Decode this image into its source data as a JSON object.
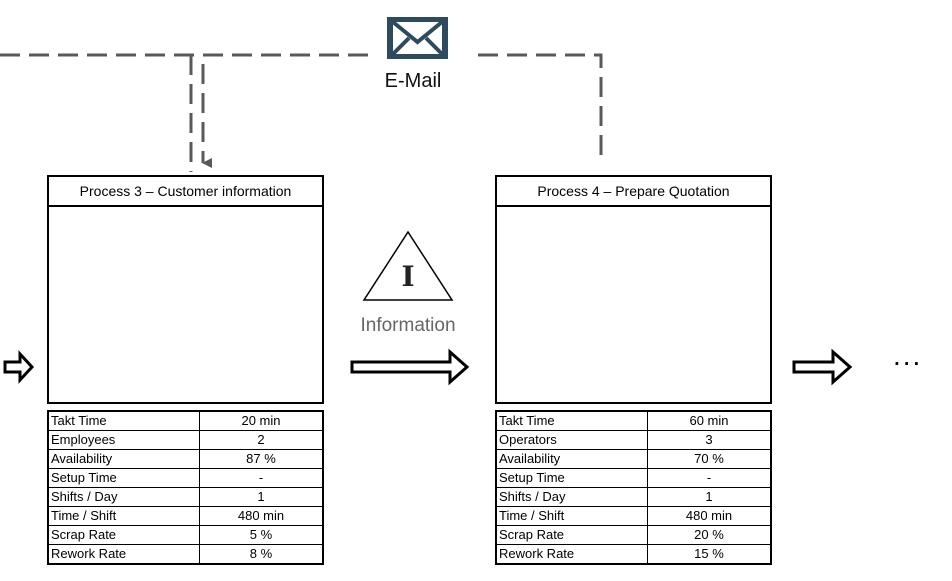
{
  "email": {
    "label": "E-Mail"
  },
  "information": {
    "label": "Information",
    "symbol": "I"
  },
  "continuation": "...",
  "processes": [
    {
      "title": "Process 3 – Customer information",
      "rows": [
        {
          "label": "Takt Time",
          "value": "20 min"
        },
        {
          "label": "Employees",
          "value": "2"
        },
        {
          "label": "Availability",
          "value": "87 %"
        },
        {
          "label": "Setup Time",
          "value": "-"
        },
        {
          "label": "Shifts / Day",
          "value": "1"
        },
        {
          "label": "Time / Shift",
          "value": "480 min"
        },
        {
          "label": "Scrap Rate",
          "value": "5 %"
        },
        {
          "label": "Rework Rate",
          "value": "8 %"
        }
      ]
    },
    {
      "title": "Process 4 – Prepare Quotation",
      "rows": [
        {
          "label": "Takt Time",
          "value": "60 min"
        },
        {
          "label": "Operators",
          "value": "3"
        },
        {
          "label": "Availability",
          "value": "70 %"
        },
        {
          "label": "Setup Time",
          "value": "-"
        },
        {
          "label": "Shifts / Day",
          "value": "1"
        },
        {
          "label": "Time / Shift",
          "value": "480 min"
        },
        {
          "label": "Scrap Rate",
          "value": "20 %"
        },
        {
          "label": "Rework Rate",
          "value": "15 %"
        }
      ]
    }
  ],
  "colors": {
    "dashed_line": "#595959",
    "envelope": "#2e4a5e",
    "information_text": "#666666"
  }
}
